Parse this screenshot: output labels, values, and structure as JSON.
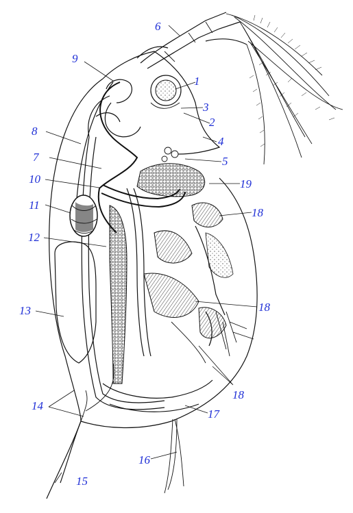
{
  "figure": {
    "labels": [
      "1",
      "2",
      "3",
      "4",
      "5",
      "6",
      "7",
      "8",
      "9",
      "10",
      "11",
      "12",
      "13",
      "14",
      "15",
      "16",
      "17",
      "18",
      "18",
      "18",
      "19"
    ]
  },
  "colors": {
    "label": "#1f2fd6",
    "ink": "#111111"
  }
}
